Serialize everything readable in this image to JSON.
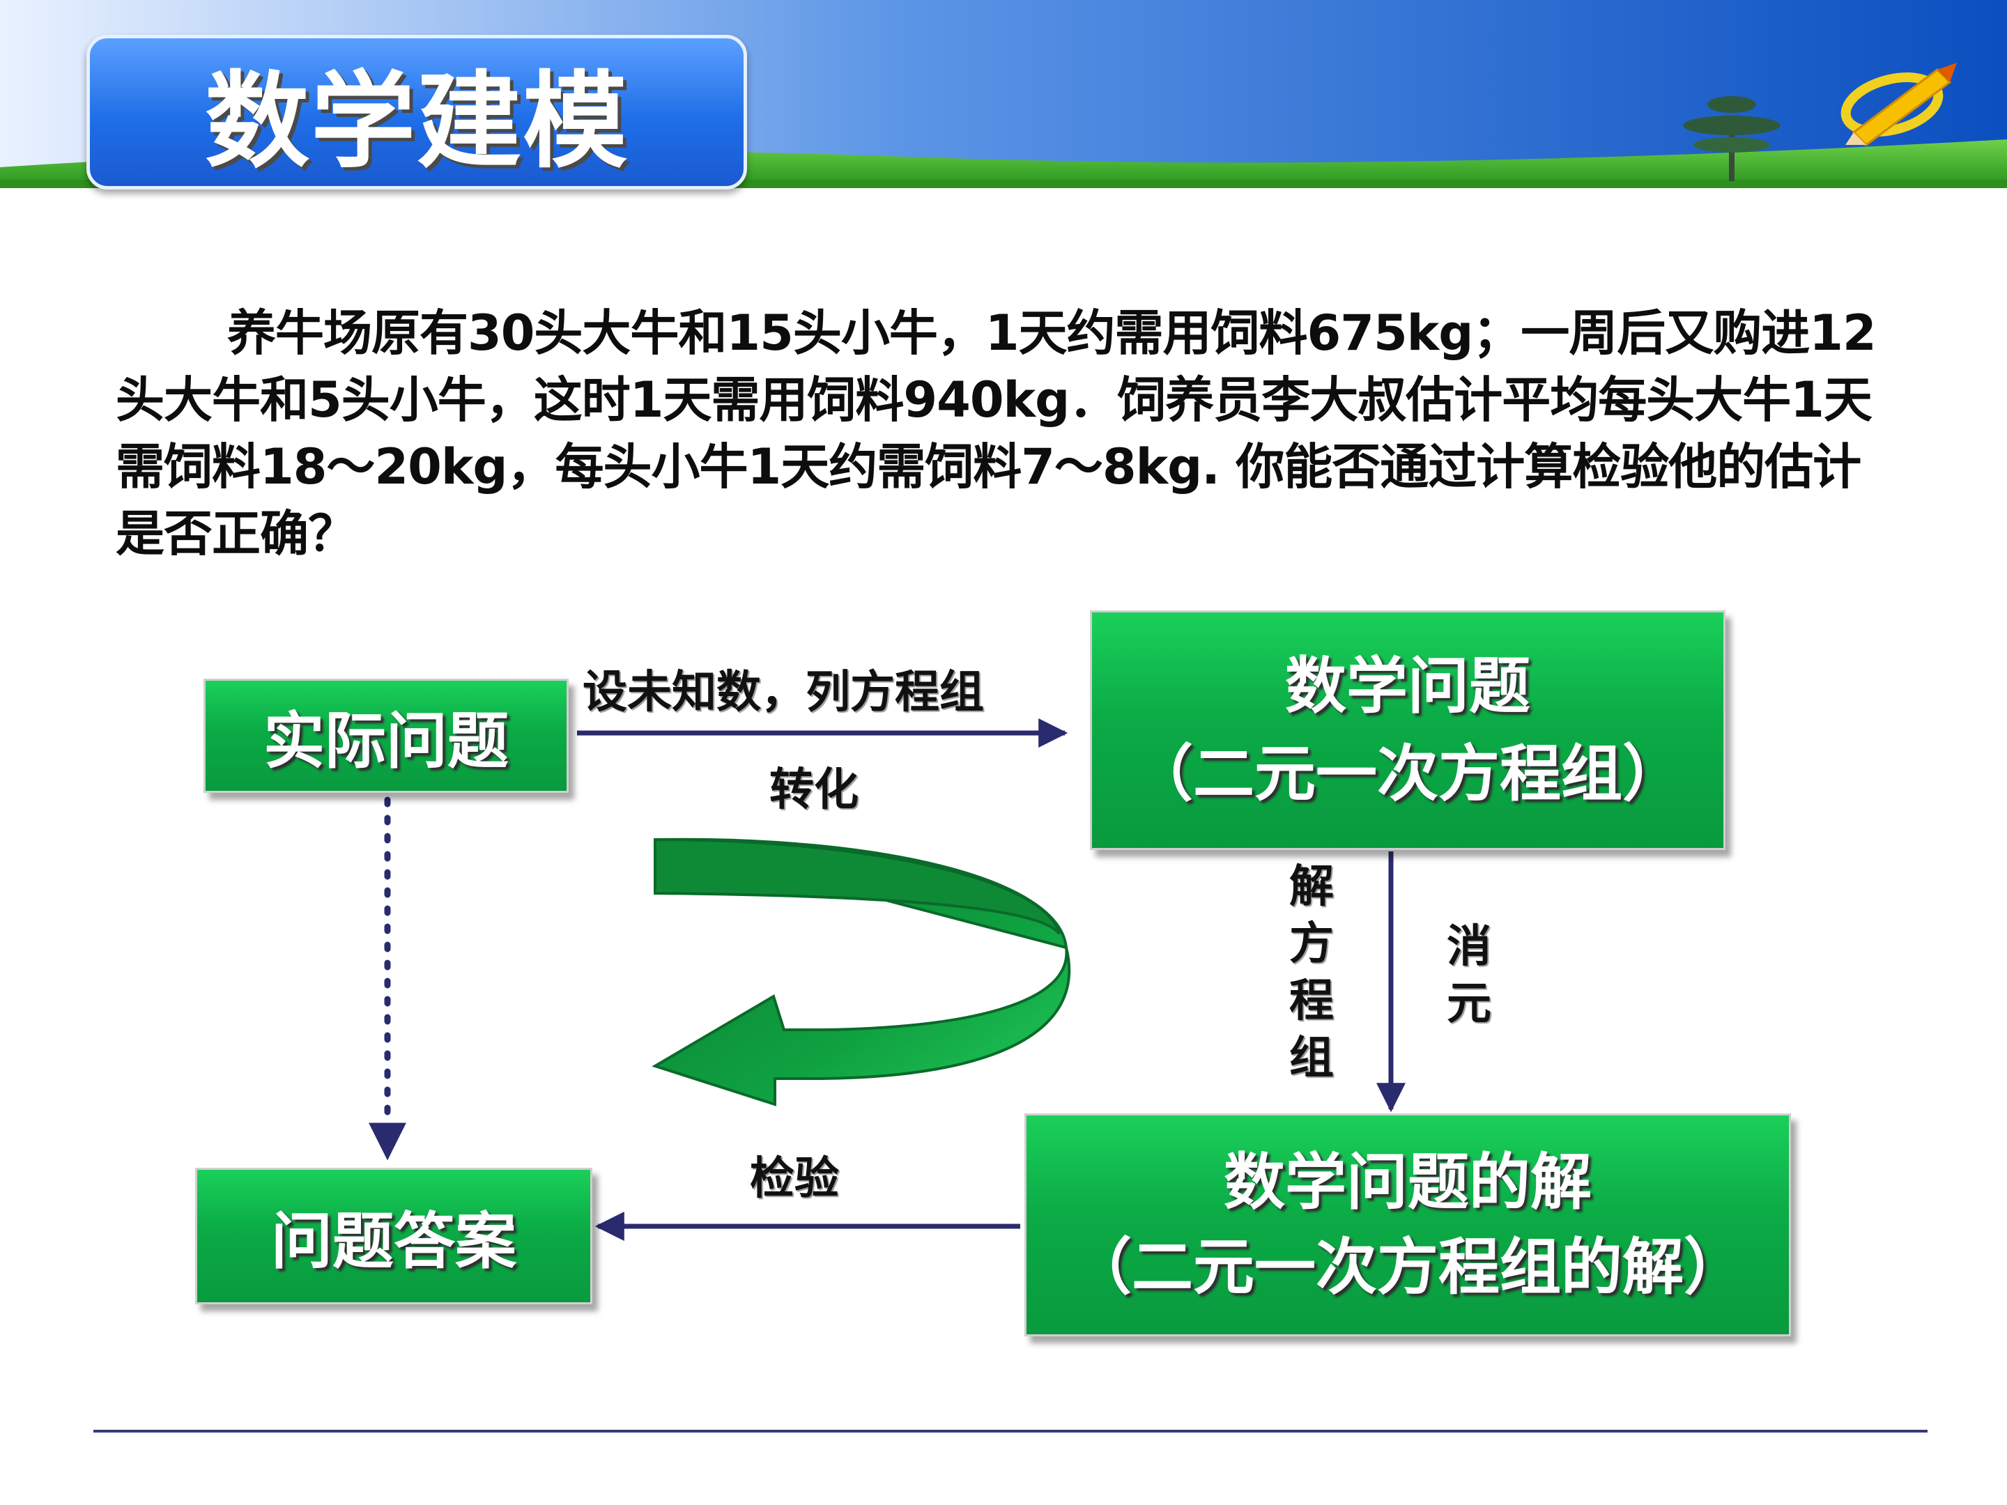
{
  "slide_title": "数学建模",
  "problem_text": "养牛场原有30头大牛和15头小牛，1天约需用饲料675kg；一周后又购进12头大牛和5头小牛，这时1天需用饲料940kg．饲养员李大叔估计平均每头大牛1天需饲料18～20kg，每头小牛1天约需饲料7～8kg. 你能否通过计算检验他的估计是否正确？",
  "diagram": {
    "box_real_problem": "实际问题",
    "box_math_problem": "数学问题",
    "box_math_problem_sub": "（二元一次方程组）",
    "box_math_solution": "数学问题的解",
    "box_math_solution_sub": "（二元一次方程组的解）",
    "box_answer": "问题答案",
    "label_set_unknowns": "设未知数，列方程组",
    "label_transform": "转化",
    "label_solve": [
      "解",
      "方",
      "程",
      "组"
    ],
    "label_eliminate": [
      "消",
      "元"
    ],
    "label_verify": "检验"
  },
  "colors": {
    "header_blue": "#0a56c8",
    "grass_green": "#3fae2a",
    "box_green": "#0bab46",
    "arrow_navy": "#2a2a6e",
    "footer_line": "#3a3a7a"
  }
}
